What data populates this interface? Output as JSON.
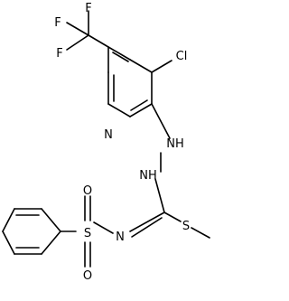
{
  "structure": {
    "atoms": {
      "f1": "F",
      "f2": "F",
      "f3": "F",
      "cl": "Cl",
      "n_ring": "N",
      "nh1": "NH",
      "nh2": "NH",
      "s_thio": "S",
      "n_imine": "N",
      "s_sulfonyl": "S",
      "o1": "O",
      "o2": "O"
    }
  }
}
